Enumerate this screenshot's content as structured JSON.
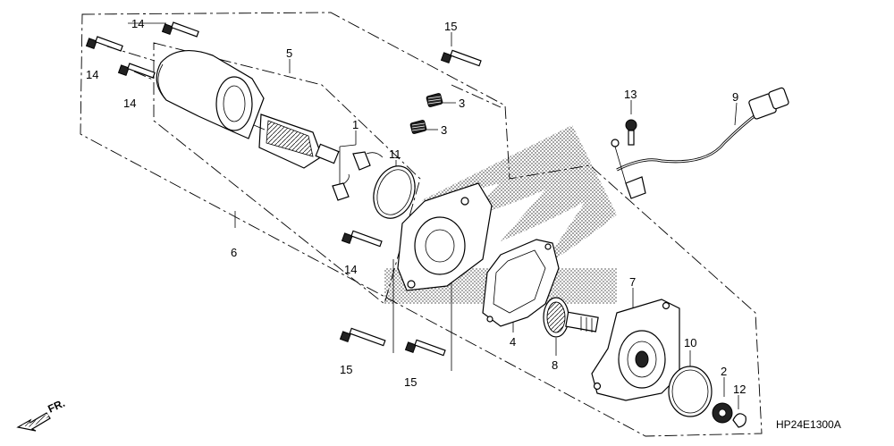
{
  "diagram_code": "HP24E1300A",
  "direction_label": "FR.",
  "callouts": [
    {
      "id": "c14a",
      "text": "14"
    },
    {
      "id": "c14b",
      "text": "14"
    },
    {
      "id": "c14c",
      "text": "14"
    },
    {
      "id": "c14d",
      "text": "14"
    },
    {
      "id": "c5",
      "text": "5"
    },
    {
      "id": "c15a",
      "text": "15"
    },
    {
      "id": "c3a",
      "text": "3"
    },
    {
      "id": "c3b",
      "text": "3"
    },
    {
      "id": "c1",
      "text": "1"
    },
    {
      "id": "c11",
      "text": "11"
    },
    {
      "id": "c13",
      "text": "13"
    },
    {
      "id": "c9",
      "text": "9"
    },
    {
      "id": "c6",
      "text": "6"
    },
    {
      "id": "c7",
      "text": "7"
    },
    {
      "id": "c4",
      "text": "4"
    },
    {
      "id": "c8",
      "text": "8"
    },
    {
      "id": "c10",
      "text": "10"
    },
    {
      "id": "c2",
      "text": "2"
    },
    {
      "id": "c12",
      "text": "12"
    },
    {
      "id": "c15b",
      "text": "15"
    },
    {
      "id": "c15c",
      "text": "15"
    }
  ]
}
